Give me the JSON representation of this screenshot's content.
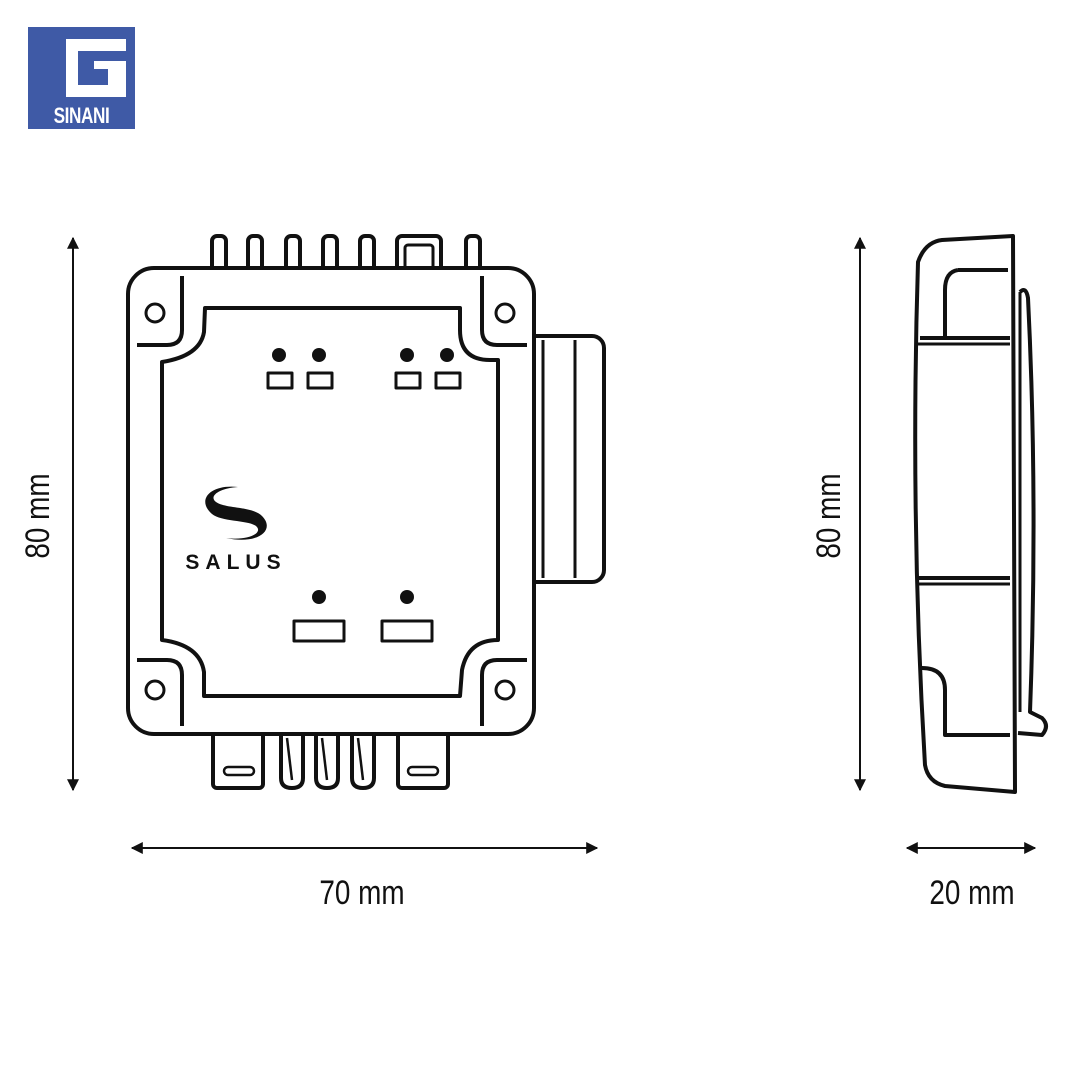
{
  "logo": {
    "text": "SINANI",
    "color": "#3f5aa6"
  },
  "device": {
    "brand": "SALUS",
    "brand_icon": "salus-swirl-icon"
  },
  "dimensions": {
    "front_height": "80 mm",
    "front_width": "70 mm",
    "side_height": "80 mm",
    "side_depth": "20 mm"
  }
}
